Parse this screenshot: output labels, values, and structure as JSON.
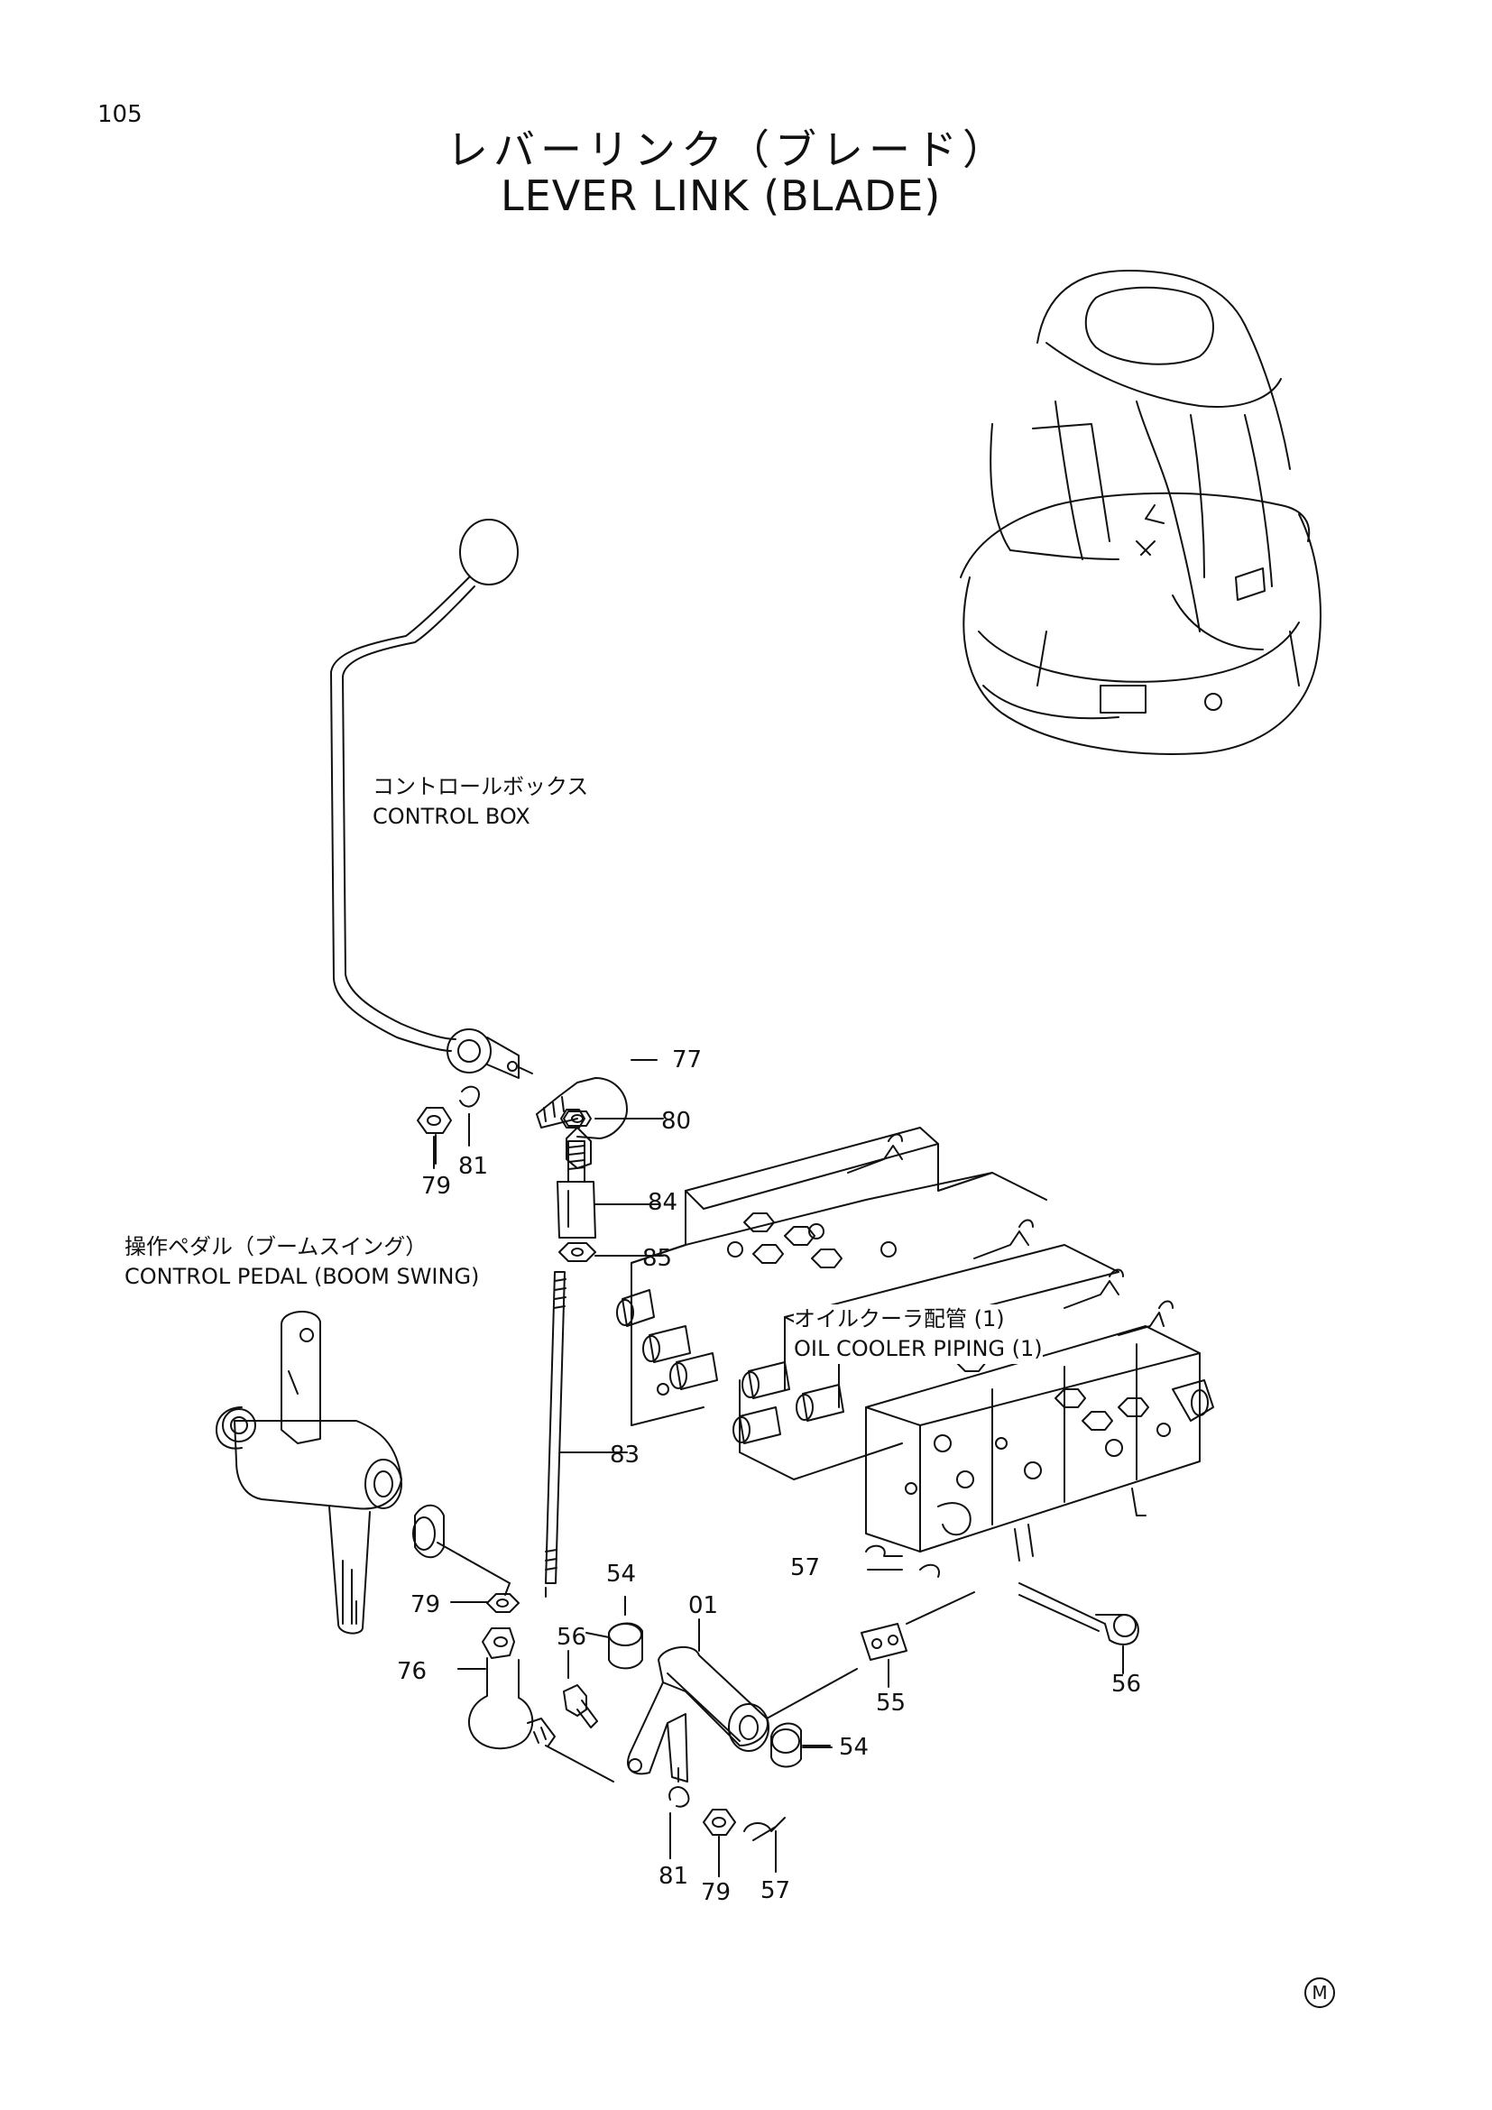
{
  "page_number": "105",
  "title": {
    "jp": "レバーリンク（ブレード）",
    "en": "LEVER LINK (BLADE)"
  },
  "labels": {
    "control_box": {
      "jp": "コントロールボックス",
      "en": "CONTROL BOX"
    },
    "control_pedal": {
      "jp": "操作ペダル（ブームスイング）",
      "en": "CONTROL PEDAL (BOOM  SWING)"
    },
    "oil_cooler": {
      "jp": "オイルクーラ配管 (1)",
      "en": "OIL  COOLER  PIPING  (1)"
    }
  },
  "callouts": {
    "c77": "77",
    "c80": "80",
    "c79a": "79",
    "c81a": "81",
    "c84": "84",
    "c85": "85",
    "c83": "83",
    "c57a": "57",
    "c54a": "54",
    "c01": "01",
    "c79b": "79",
    "c56a": "56",
    "c76": "76",
    "c56b": "56",
    "c55": "55",
    "c54b": "54",
    "c81b": "81",
    "c79c": "79",
    "c57b": "57"
  },
  "corner_mark": "M"
}
